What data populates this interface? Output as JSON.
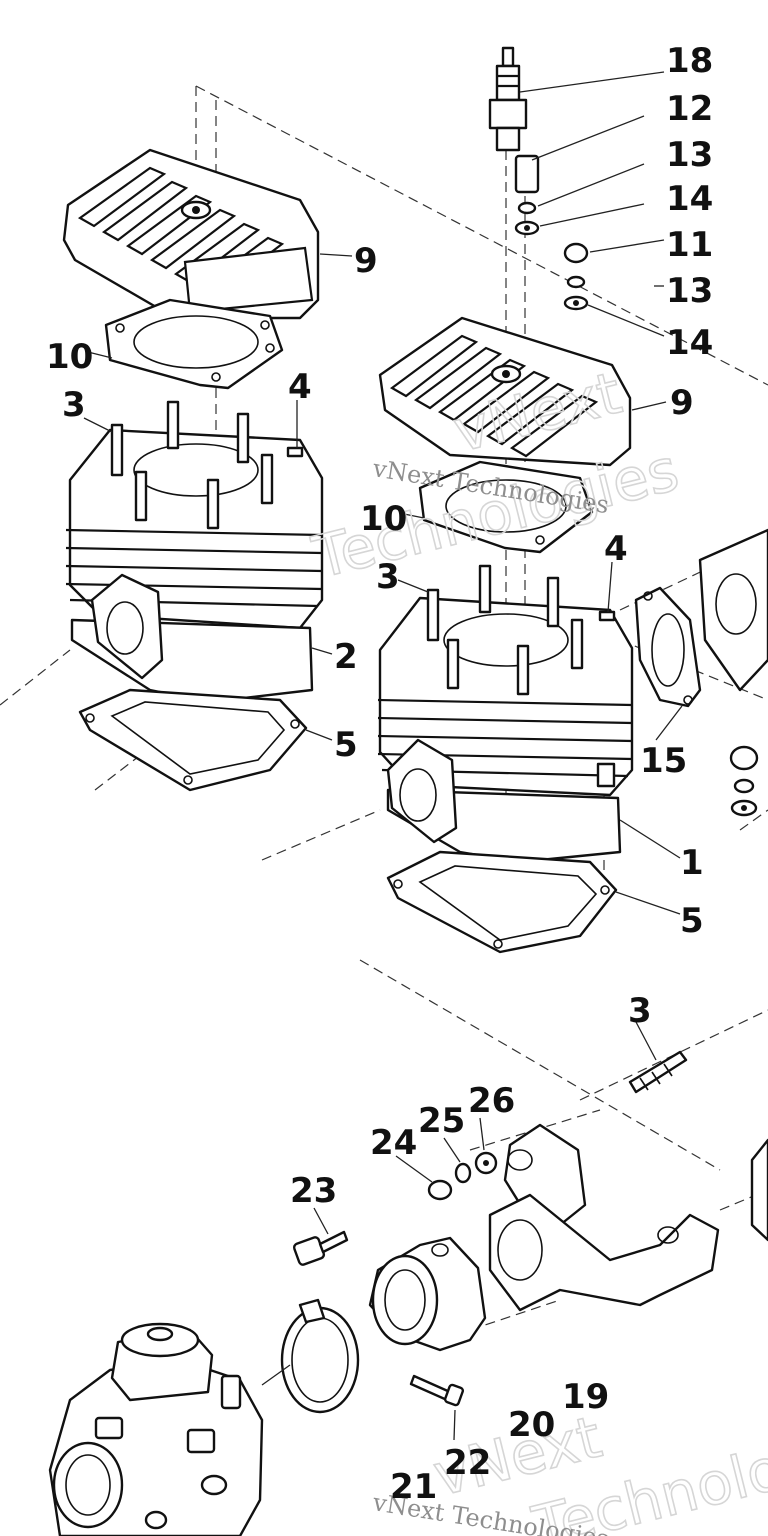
{
  "diagram": {
    "callouts": [
      "18",
      "12",
      "13",
      "14",
      "11",
      "13",
      "14",
      "9",
      "10",
      "3",
      "4",
      "9",
      "10",
      "3",
      "4",
      "15",
      "2",
      "5",
      "1",
      "5",
      "3",
      "26",
      "25",
      "24",
      "23",
      "19",
      "20",
      "22",
      "21"
    ],
    "watermarks": {
      "logo": "vNext",
      "logo_sub": "Technologies",
      "text": "vNext Technologies"
    }
  }
}
